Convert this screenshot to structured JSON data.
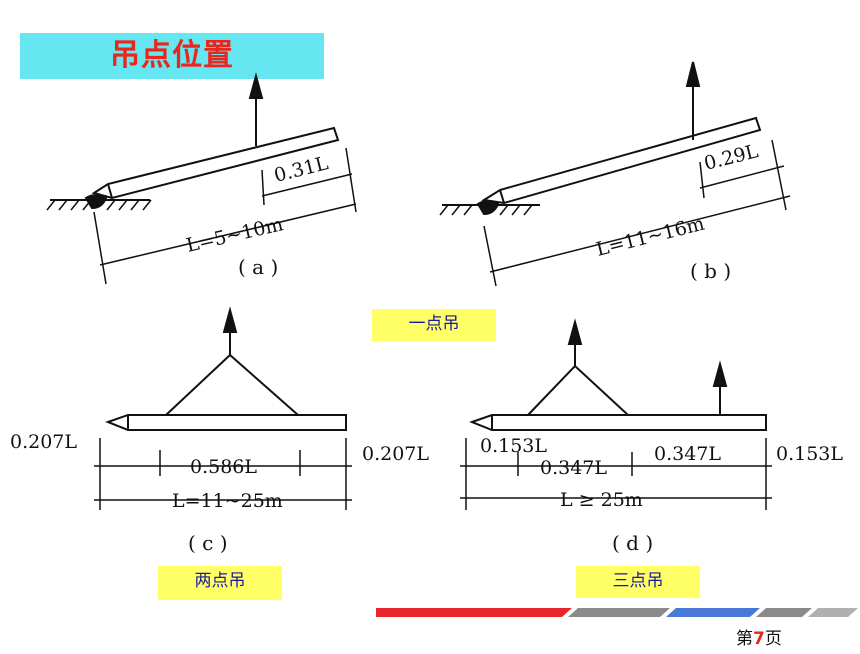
{
  "title": "吊点位置",
  "labels": {
    "one_point": "一点吊",
    "two_point": "两点吊",
    "three_point": "三点吊"
  },
  "diagram_a": {
    "dim_top": "0.31L",
    "dim_length": "L=5~10m",
    "caption": "( a )"
  },
  "diagram_b": {
    "dim_top": "0.29L",
    "dim_length": "L=11~16m",
    "caption": "( b )"
  },
  "diagram_c": {
    "dim_left": "0.207L",
    "dim_mid": "0.586L",
    "dim_right": "0.207L",
    "dim_length": "L=11~25m",
    "caption": "( c )"
  },
  "diagram_d": {
    "dim_left": "0.153L",
    "dim_mid1": "0.347L",
    "dim_mid2": "0.347L",
    "dim_right": "0.153L",
    "dim_length": "L ≥ 25m",
    "caption": "( d )"
  },
  "page": {
    "prefix": "第",
    "number": "7",
    "suffix": "页"
  },
  "colors": {
    "title_bg": "#66e6f0",
    "title_text": "#e8261e",
    "tag_bg": "#ffff66",
    "tag_text": "#1a1aa0",
    "bar_red": "#e8262c",
    "bar_gray": "#8a8a8a",
    "bar_blue": "#4a78d6"
  }
}
